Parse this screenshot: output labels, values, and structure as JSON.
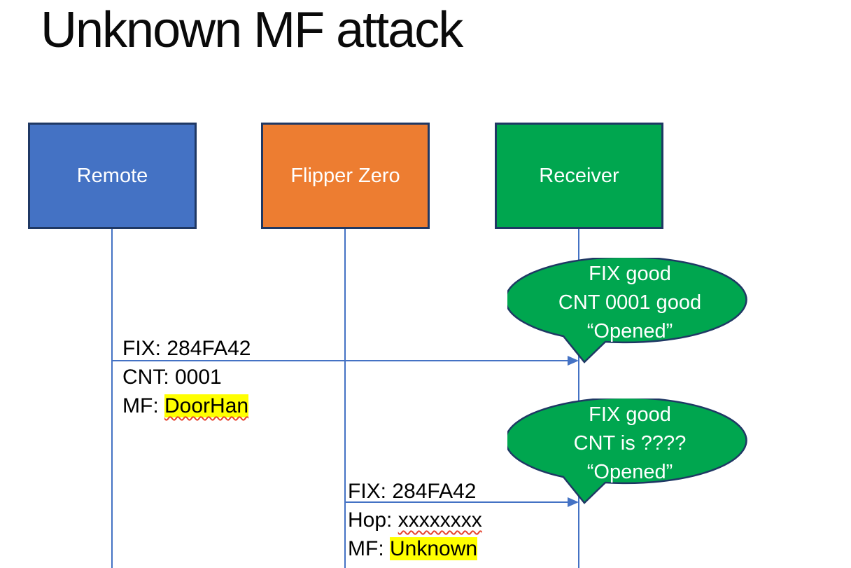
{
  "title": "Unknown MF attack",
  "actors": [
    {
      "label": "Remote",
      "fill": "#4472C4"
    },
    {
      "label": "Flipper Zero",
      "fill": "#ED7D31"
    },
    {
      "label": "Receiver",
      "fill": "#00A64F"
    }
  ],
  "messages": [
    {
      "from": "Remote",
      "to": "Receiver",
      "above_line": "FIX: 284FA42",
      "below_line_1": "CNT: 0001",
      "below_line_2_prefix": "MF: ",
      "below_line_2_highlighted": "DoorHan"
    },
    {
      "from": "Flipper Zero",
      "to": "Receiver",
      "above_line": "FIX: 284FA42",
      "below_line_1_prefix": "Hop: ",
      "below_line_1_misspelled": "xxxxxxxx",
      "below_line_2_prefix": "MF: ",
      "below_line_2_highlighted": "Unknown"
    }
  ],
  "callouts": [
    {
      "lines": [
        "FIX good",
        "CNT 0001 good",
        "“Opened”"
      ]
    },
    {
      "lines": [
        "FIX good",
        "CNT is ????",
        "“Opened”"
      ]
    }
  ],
  "colors": {
    "actor_remote_fill": "#4472C4",
    "actor_flipper_fill": "#ED7D31",
    "actor_receiver_fill": "#00A64F",
    "shape_border": "#1F3864",
    "connector": "#4472C4",
    "message_text": "#000000",
    "highlight": "#FFFF00",
    "spellcheck_underline": "#E5432E",
    "callout_fill": "#00A64F",
    "callout_text": "#FFFFFF"
  }
}
